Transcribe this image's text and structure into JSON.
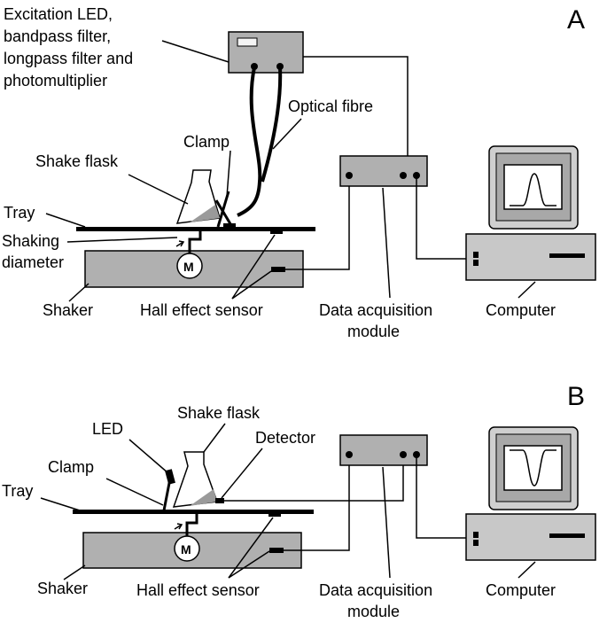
{
  "panel_a": {
    "letter": "A",
    "excitation_label": [
      "Excitation LED,",
      "bandpass filter,",
      "longpass filter and",
      "photomultiplier"
    ],
    "optical_fibre": "Optical fibre",
    "clamp": "Clamp",
    "shake_flask": "Shake flask",
    "tray": "Tray",
    "shaking_diameter": [
      "Shaking",
      "diameter"
    ],
    "shaker": "Shaker",
    "hall_sensor": "Hall effect sensor",
    "daq": [
      "Data acquisition",
      "module"
    ],
    "computer": "Computer",
    "motor": "M"
  },
  "panel_b": {
    "letter": "B",
    "shake_flask": "Shake flask",
    "led": "LED",
    "detector": "Detector",
    "clamp": "Clamp",
    "tray": "Tray",
    "shaker": "Shaker",
    "hall_sensor": "Hall effect sensor",
    "daq": [
      "Data acquisition",
      "module"
    ],
    "computer": "Computer",
    "motor": "M"
  },
  "colors": {
    "device_gray": "#b0b0b0",
    "line": "#000000",
    "background": "#ffffff"
  }
}
